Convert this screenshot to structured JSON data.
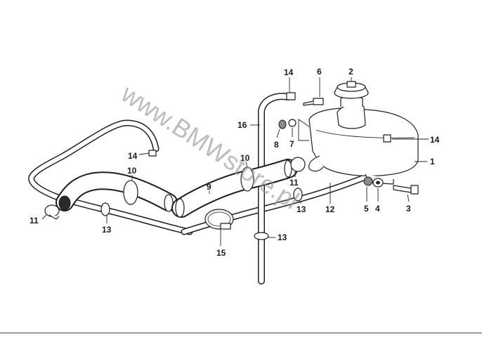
{
  "watermark": "www.BMWstore.pl",
  "callouts": [
    {
      "id": "c1",
      "label": "1"
    },
    {
      "id": "c2",
      "label": "2"
    },
    {
      "id": "c3",
      "label": "3"
    },
    {
      "id": "c4",
      "label": "4"
    },
    {
      "id": "c5",
      "label": "5"
    },
    {
      "id": "c6",
      "label": "6"
    },
    {
      "id": "c7",
      "label": "7"
    },
    {
      "id": "c8",
      "label": "8"
    },
    {
      "id": "c9",
      "label": "9"
    },
    {
      "id": "c10a",
      "label": "10"
    },
    {
      "id": "c10b",
      "label": "10"
    },
    {
      "id": "c11a",
      "label": "11"
    },
    {
      "id": "c11b",
      "label": "11"
    },
    {
      "id": "c12",
      "label": "12"
    },
    {
      "id": "c13a",
      "label": "13"
    },
    {
      "id": "c13b",
      "label": "13"
    },
    {
      "id": "c13c",
      "label": "13"
    },
    {
      "id": "c14a",
      "label": "14"
    },
    {
      "id": "c14b",
      "label": "14"
    },
    {
      "id": "c14c",
      "label": "14"
    },
    {
      "id": "c15",
      "label": "15"
    },
    {
      "id": "c16",
      "label": "16"
    }
  ]
}
